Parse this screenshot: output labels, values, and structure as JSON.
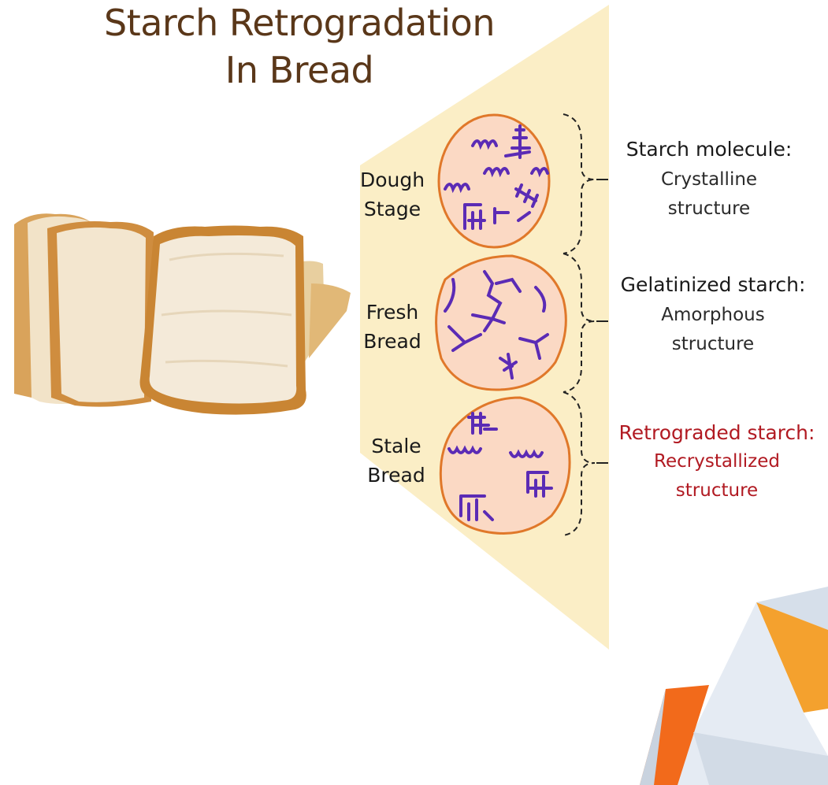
{
  "title": {
    "line1": "Starch Retrogradation",
    "line2": "In Bread"
  },
  "stages": [
    {
      "line1": "Dough",
      "line2": "Stage",
      "heading": "Starch molecule:",
      "desc1": "Crystalline",
      "desc2": "structure",
      "color": "#1a1a1a"
    },
    {
      "line1": "Fresh",
      "line2": "Bread",
      "heading": "Gelatinized starch:",
      "desc1": "Amorphous",
      "desc2": "structure",
      "color": "#1a1a1a"
    },
    {
      "line1": "Stale",
      "line2": "Bread",
      "heading": "Retrograded starch:",
      "desc1": "Recrystallized",
      "desc2": "structure",
      "color": "#b11a22"
    }
  ],
  "colors": {
    "title": "#5a3719",
    "beam": "#fbeec6",
    "circle_fill": "#fbd9c4",
    "circle_stroke": "#e0782a",
    "molecule": "#5b2bb5",
    "highlight_red": "#b11a22",
    "accent_orange": "#f4a12e",
    "accent_red_orange": "#f26a1b",
    "accent_blue_gray": "#cfd9e6"
  },
  "icons": [
    "bread-slices-icon",
    "starch-molecule-icon"
  ]
}
